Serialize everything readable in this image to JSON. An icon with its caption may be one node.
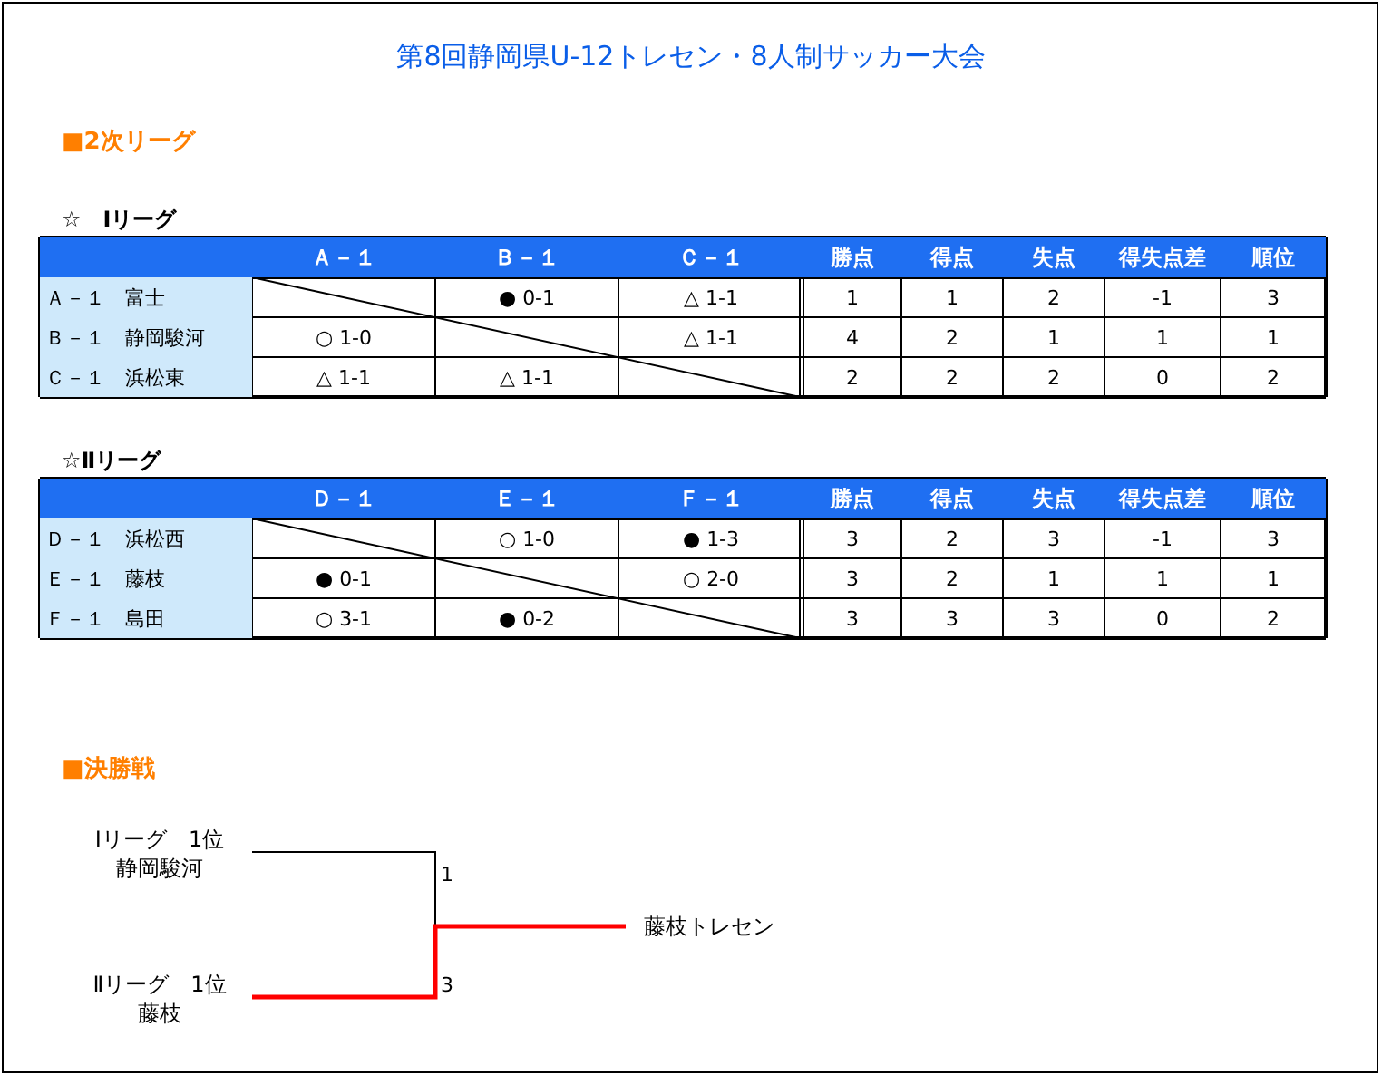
{
  "diagram": {
    "title": "第8回静岡県U-12トレセン・8人制サッカー大会",
    "nodes": [
      {
        "text": [
          "Ⅰリーグ　1位",
          "静岡駿河"
        ]
      },
      {
        "text": [
          "Ⅱリーグ　1位",
          "藤枝"
        ]
      },
      {
        "text": [
          "藤枝トレセン"
        ]
      }
    ],
    "edges": [
      {
        "from": 0,
        "to": 2,
        "arrow": "none",
        "label": "1"
      },
      {
        "from": 1,
        "to": 2,
        "arrow": "none",
        "label": "3",
        "style": "thick",
        "color": "#ff0000"
      }
    ],
    "labels": [
      "■2次リーグ",
      "☆　Ⅰリーグ",
      "Ａ－１",
      "Ｂ－１",
      "Ｃ－１",
      "勝点",
      "得点",
      "失点",
      "得失点差",
      "順位",
      "Ａ－１　富士",
      "● 0-1",
      "△ 1-1",
      "1",
      "1",
      "2",
      "-1",
      "3",
      "Ｂ－１　静岡駿河",
      "○ 1-0",
      "△ 1-1",
      "4",
      "2",
      "1",
      "1",
      "1",
      "Ｃ－１　浜松東",
      "△ 1-1",
      "△ 1-1",
      "2",
      "2",
      "2",
      "0",
      "2",
      "☆Ⅱリーグ",
      "Ｄ－１",
      "Ｅ－１",
      "Ｆ－１",
      "勝点",
      "得点",
      "失点",
      "得失点差",
      "順位",
      "Ｄ－１　浜松西",
      "○ 1-0",
      "● 1-3",
      "3",
      "2",
      "3",
      "-1",
      "3",
      "Ｅ－１　藤枝",
      "● 0-1",
      "○ 2-0",
      "3",
      "2",
      "1",
      "1",
      "1",
      "Ｆ－１　島田",
      "○ 3-1",
      "● 0-2",
      "3",
      "3",
      "3",
      "0",
      "2",
      "■決勝戦"
    ]
  }
}
